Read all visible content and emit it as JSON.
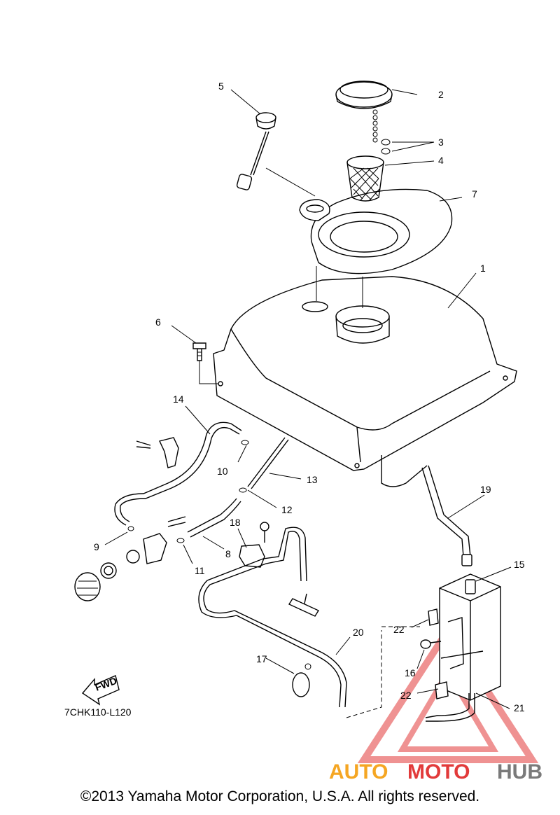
{
  "callouts": [
    {
      "id": "c1",
      "text": "1"
    },
    {
      "id": "c2",
      "text": "2"
    },
    {
      "id": "c3",
      "text": "3"
    },
    {
      "id": "c4",
      "text": "4"
    },
    {
      "id": "c5",
      "text": "5"
    },
    {
      "id": "c6",
      "text": "6"
    },
    {
      "id": "c7",
      "text": "7"
    },
    {
      "id": "c8",
      "text": "8"
    },
    {
      "id": "c9",
      "text": "9"
    },
    {
      "id": "c10",
      "text": "10"
    },
    {
      "id": "c11",
      "text": "11"
    },
    {
      "id": "c12",
      "text": "12"
    },
    {
      "id": "c13",
      "text": "13"
    },
    {
      "id": "c14",
      "text": "14"
    },
    {
      "id": "c15",
      "text": "15"
    },
    {
      "id": "c16",
      "text": "16"
    },
    {
      "id": "c17",
      "text": "17"
    },
    {
      "id": "c18",
      "text": "18"
    },
    {
      "id": "c19",
      "text": "19"
    },
    {
      "id": "c20",
      "text": "20"
    },
    {
      "id": "c21",
      "text": "21"
    },
    {
      "id": "c22a",
      "text": "22"
    },
    {
      "id": "c22b",
      "text": "22"
    }
  ],
  "diagram_code": "7CHK110-L120",
  "fwd_label": "FWD",
  "watermark": {
    "auto": "AUTO",
    "moto": "MOTO",
    "hub": "HUB"
  },
  "copyright": "©2013 Yamaha Motor Corporation, U.S.A. All rights reserved.",
  "colors": {
    "watermark_red": "#e23a3a",
    "watermark_orange": "#f5a623",
    "watermark_gray": "#7a7a7a"
  }
}
